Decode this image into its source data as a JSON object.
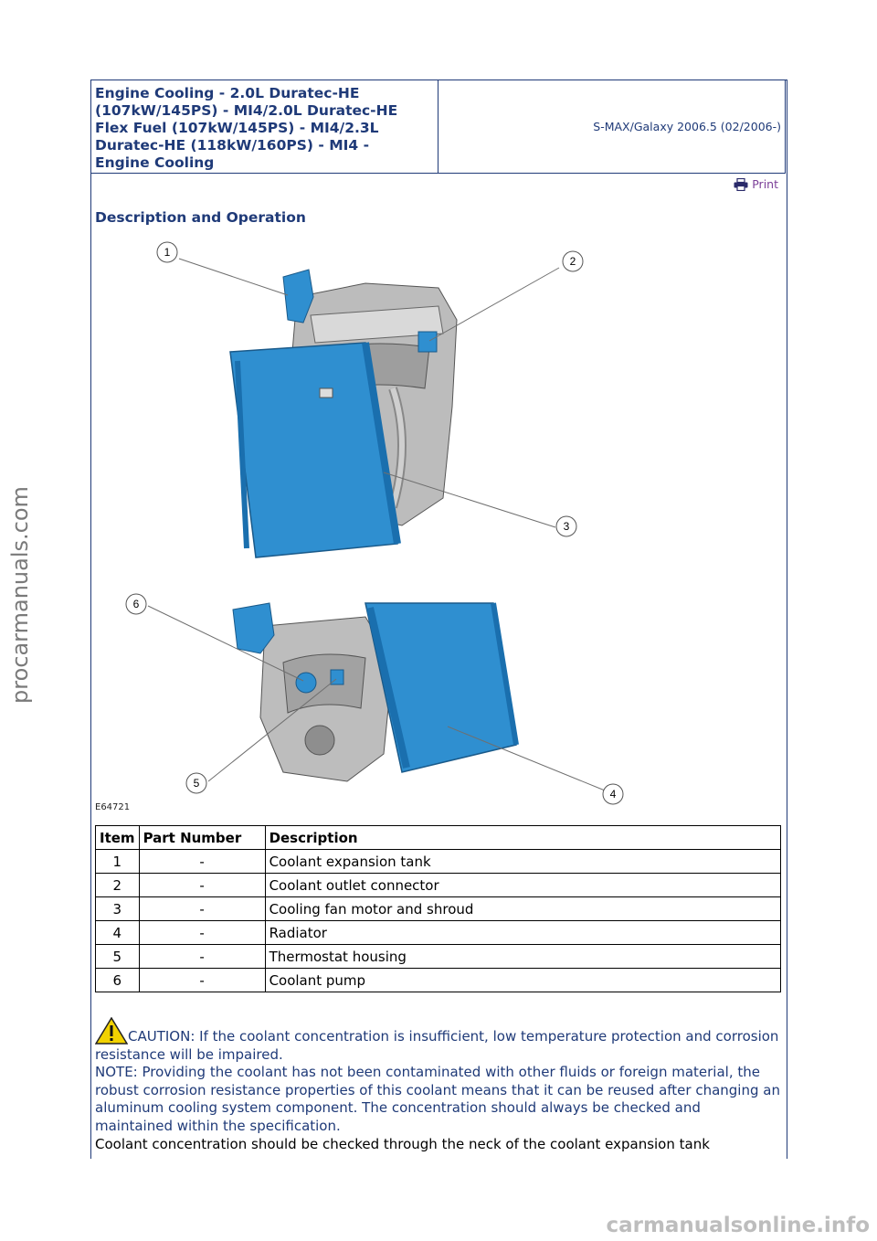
{
  "header": {
    "title_lines": [
      "Engine Cooling - 2.0L Duratec-HE",
      "(107kW/145PS) - MI4/2.0L Duratec-HE",
      "Flex Fuel (107kW/145PS) - MI4/2.3L",
      "Duratec-HE (118kW/160PS) - MI4 -",
      "Engine Cooling"
    ],
    "model": "S-MAX/Galaxy 2006.5 (02/2006-)"
  },
  "print_label": "Print",
  "section_title": "Description and Operation",
  "figure": {
    "code": "E64721",
    "callouts": [
      "1",
      "2",
      "3",
      "4",
      "5",
      "6"
    ]
  },
  "table": {
    "headers": [
      "Item",
      "Part Number",
      "Description"
    ],
    "rows": [
      {
        "item": "1",
        "part": "-",
        "desc": "Coolant expansion tank"
      },
      {
        "item": "2",
        "part": "-",
        "desc": "Coolant outlet connector"
      },
      {
        "item": "3",
        "part": "-",
        "desc": "Cooling fan motor and shroud"
      },
      {
        "item": "4",
        "part": "-",
        "desc": "Radiator"
      },
      {
        "item": "5",
        "part": "-",
        "desc": "Thermostat housing"
      },
      {
        "item": "6",
        "part": "-",
        "desc": "Coolant pump"
      }
    ]
  },
  "caution": "CAUTION: If the coolant concentration is insufficient, low temperature protection and corrosion resistance will be impaired.",
  "note": "NOTE: Providing the coolant has not been contaminated with other fluids or foreign material, the robust corrosion resistance properties of this coolant means that it can be reused after changing an aluminum cooling system component. The concentration should always be checked and maintained within the specification.",
  "body": "Coolant concentration should be checked through the neck of the coolant expansion tank",
  "watermarks": {
    "side": "procarmanuals.com",
    "bottom": "carmanualsonline.info"
  },
  "colors": {
    "heading_blue": "#1f3a78",
    "print_purple": "#7b3f98",
    "component_blue": "#2f8fd0",
    "caution_yellow": "#f2d200"
  }
}
